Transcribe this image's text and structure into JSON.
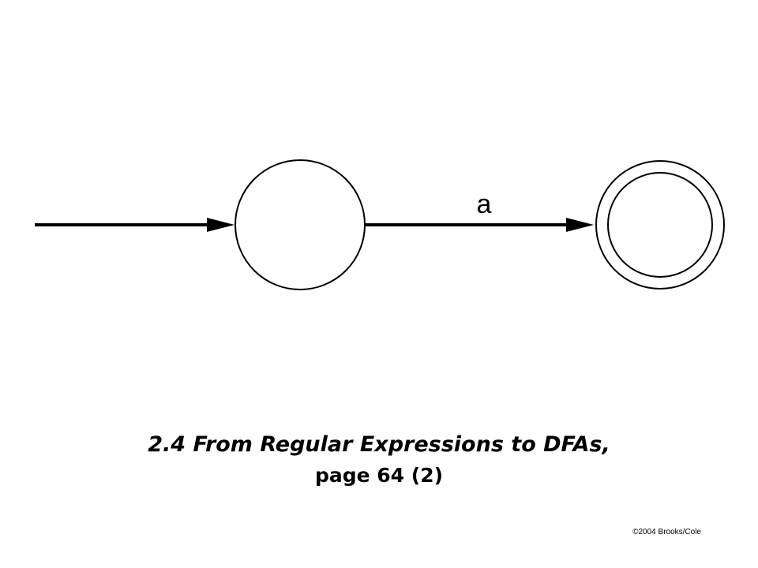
{
  "diagram": {
    "transition_label": "a"
  },
  "title": {
    "line1": "2.4  From Regular Expressions to DFAs,",
    "line2": "page 64 (2)"
  },
  "footer": {
    "copyright": "©2004 Brooks/Cole"
  },
  "colors": {
    "ink": "#000000",
    "background": "#ffffff"
  }
}
